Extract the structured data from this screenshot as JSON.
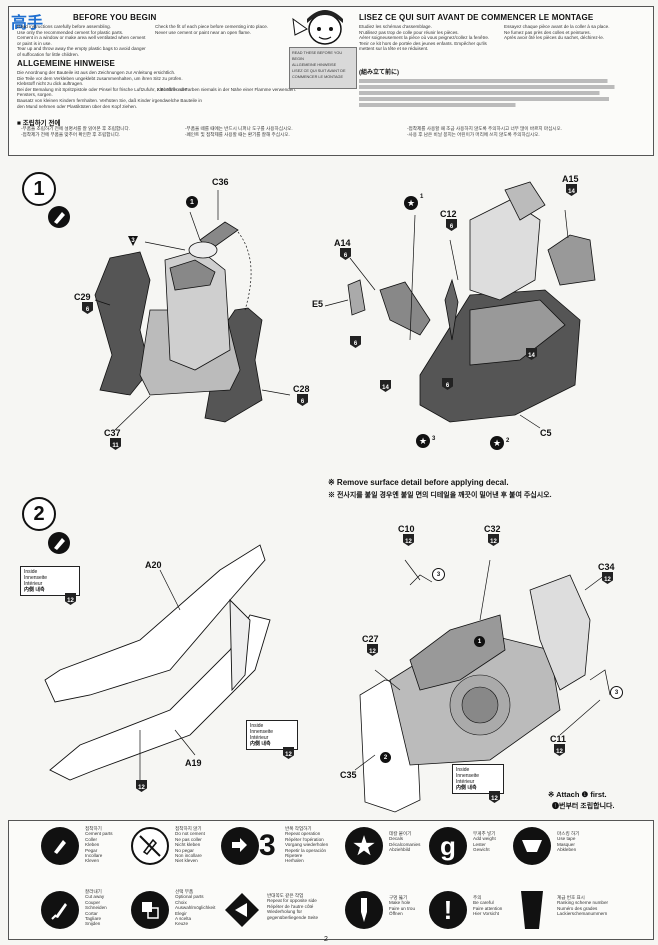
{
  "header": {
    "en_title": "BEFORE YOU BEGIN",
    "en_lines": [
      "Read instructions carefully before assembling.",
      "Use only the recommended cement for plastic parts.",
      "Cement in a window or make area well ventilated when cement or paint is in use.",
      "Tear up and throw away the empty plastic bags to avoid danger of suffocation for little children."
    ],
    "en_lines_right": [
      "Check the fit of each piece before cementing into place.",
      "Never use cement or paint near an open flame."
    ],
    "de_title": "ALLGEMEINE HINWEISE",
    "de_lines": [
      "Die Anordnung der Bauteile ist aus den Zeichnungen zur Anleitung ersichtlich.",
      "Die Teile vor dem Verkleben ungeklebt zusammenhalten, um ihren Sitz zu prüfen.",
      "Klebstoff nicht zu dick auftragen.",
      "Bei der Bemalung mit Spritzpistole oder Pinsel für frische Luftzufuhr, z.B. öffnen des Fensters, sorgen.",
      "Bausatz von kleinen Kindern fernhalten. Verhüten Sie, daß Kinder irgendwelche Bauteile in den Mund nehmen oder Plastiktüten über den Kopf ziehen."
    ],
    "de_lines_right": [
      "Klebstoff und Farben niemals in der Nähe einer Flamme verwenden."
    ],
    "fr_title": "LISEZ CE QUI SUIT AVANT DE COMMENCER LE MONTAGE",
    "fr_lines": [
      "Etudiez les schémas d'assemblage.",
      "N'utilisez pas trop de colle pour réunir les pièces.",
      "Aérer soigneusement la pièce où vous peignez/collez la fenêtre.",
      "Tenir ce kit hors de portée des jeunes enfants. Empêcher qu'ils mettent sur la tête et se réduisent."
    ],
    "fr_lines_right": [
      "Essayez chaque pièce avant de la coller à sa place.",
      "Ne fumez pas près des colles et peintures.",
      "Après avoir ôté les pièces du sachet, déchirez-le."
    ],
    "jp_title": "(組み立て前に)",
    "kr_title": "■ 조립하기 전에",
    "kr_lines_left": [
      "-부품을 조립하기 전에 설명서를 잘 읽어본 후 조립합니다.",
      "-접착제가 전에 부품을 맞추어 확인한 후 조립합니다."
    ],
    "kr_lines_mid": [
      "-부품을 떼를 때에는 반드시 니퍼나 도구를 사용하십시오.",
      "-페인트 및 접착제를 사용할 때는 환기를 잘해 주십시오."
    ],
    "kr_lines_right": [
      "-접착제를 사용할 때 조금 사용하지 않도록 주의하시고 너무 많이 바르지 마십시오.",
      "-사용 후 남은 비닐 봉지는 어린이가 머리에 쓰지 않도록 주의하십시오."
    ],
    "mascot_text": [
      "READ THESE BEFORE YOU BEGIN",
      "ALLGEMEINE HINWEISE",
      "LISEZ CE QUI SUIT AVANT DE COMMENCER LE MONTAGE"
    ],
    "watermark": "高手"
  },
  "step1": {
    "number": "1",
    "parts": {
      "c36": "C36",
      "p3": "3",
      "p1": "1",
      "c29": "C29",
      "c29n": "6",
      "c28": "C28",
      "c28n": "6",
      "c37": "C37",
      "c37n": "11",
      "a15": "A15",
      "a15n": "14",
      "c12": "C12",
      "c12n": "6",
      "a14": "A14",
      "a14n": "6",
      "e5": "E5",
      "e5n": "6",
      "c5": "C5",
      "s1": "1",
      "s2": "2",
      "s3": "3",
      "b14a": "14",
      "b14b": "14",
      "b6": "6"
    }
  },
  "remove_note": {
    "en": "※ Remove surface detail before applying decal.",
    "kr": "※ 전사지를 붙일 경우엔 붙일 면의 디테일을 깨끗이 밀어낸 후 붙여 주십시오."
  },
  "step2": {
    "number": "2",
    "parts": {
      "a20": "A20",
      "a19": "A19",
      "c10": "C10",
      "c10n": "12",
      "c32": "C32",
      "c32n": "12",
      "c34": "C34",
      "c34n": "12",
      "c27": "C27",
      "c27n": "12",
      "c11": "C11",
      "c11n": "12",
      "c35": "C35",
      "p3a": "3",
      "p3b": "3",
      "p2a": "2",
      "p1a": "1",
      "b12": "12"
    },
    "inside_lines": [
      "Inside",
      "Innenseite",
      "Intérieur"
    ],
    "inside_kr": "내측",
    "inside_jp": "内側",
    "inside_num": "12",
    "attach_en": "※ Attach ❶ first.",
    "attach_kr": "❶번부터 조립합니다."
  },
  "legend": {
    "row1": [
      {
        "icon": "cement-icon",
        "lines": [
          "접착하기",
          "Cement parts",
          "Coller",
          "Kleben",
          "Pegar",
          "Incollare",
          "Kleven"
        ]
      },
      {
        "icon": "do-not-cement-icon",
        "lines": [
          "접착하지 않기",
          "Do not cement",
          "Ne pas coller",
          "Nicht kleben",
          "No pegar",
          "Non incollare",
          "Niet kleven"
        ]
      },
      {
        "icon": "repeat-icon",
        "glyph": "3",
        "lines": [
          "반복 작업하기",
          "Repeat operation",
          "Répéter l'opération",
          "Vorgang wiederholen",
          "Repetir la operación",
          "Ripetere",
          "Herhalen"
        ]
      },
      {
        "icon": "decal-star-icon",
        "lines": [
          "데칼 붙이기",
          "Decals",
          "Décalcomanies",
          "Abziehbild"
        ]
      },
      {
        "icon": "add-weight-icon",
        "glyph": "g",
        "lines": [
          "무게추 넣기",
          "Add weight",
          "Lester",
          "Gewicht"
        ]
      },
      {
        "icon": "mask-icon",
        "lines": [
          "마스킹 하기",
          "Use tape",
          "Masquer",
          "Abkleben"
        ]
      }
    ],
    "row2": [
      {
        "icon": "cut-off-icon",
        "lines": [
          "잘라내기",
          "Cut away",
          "Couper",
          "Schneiden",
          "Cortar",
          "Tagliare",
          "Snijden"
        ]
      },
      {
        "icon": "optional-parts-icon",
        "lines": [
          "선택 부품",
          "Optional parts",
          "Choix",
          "Auswahlmöglichkeit",
          "Elegir",
          "A scelta",
          "Keuze"
        ]
      },
      {
        "icon": "repeat-opposite-icon",
        "lines": [
          "반대쪽도 같은 작업",
          "Repeat for opposite side",
          "Répéter de l'autre côté",
          "Wiederholung für gegenüberliegende Seite"
        ]
      },
      {
        "icon": "drill-hole-icon",
        "lines": [
          "구멍 뚫기",
          "Make hole",
          "Faire un trou",
          "Öffnen"
        ]
      },
      {
        "icon": "careful-icon",
        "lines": [
          "주의",
          "Be careful",
          "Faire attention",
          "Hier Vorsicht"
        ]
      },
      {
        "icon": "ranking-number-icon",
        "lines": [
          "계급 번호 표시",
          "Ranking scheme number",
          "Numéro des grades",
          "Lackierschemanummern"
        ]
      }
    ]
  },
  "page_number": "2"
}
